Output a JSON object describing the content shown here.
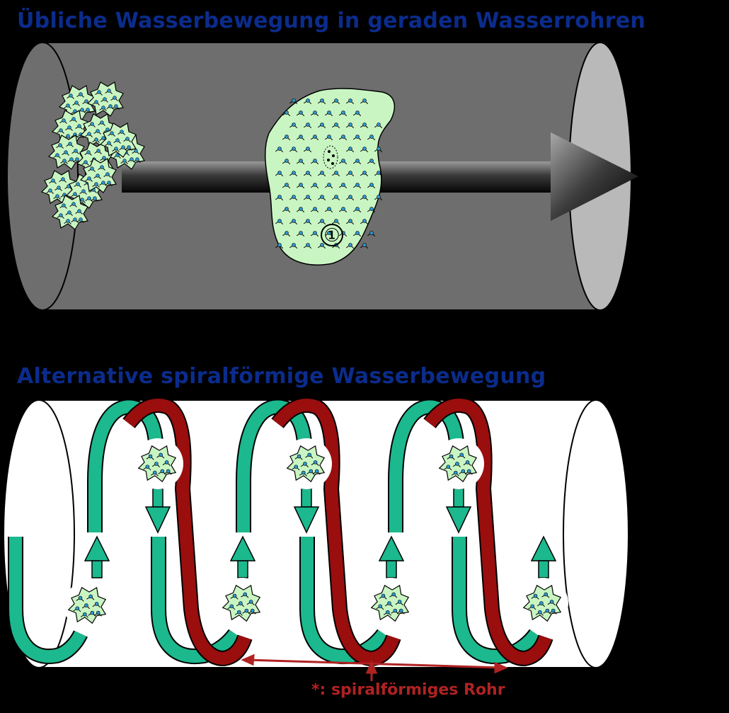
{
  "titles": {
    "top": "Übliche Wasserbewegung in geraden Wasserrohren",
    "bottom": "Alternative spiralförmige Wasserbewegung"
  },
  "cluster_marker": "①",
  "footnote": "*: spiralförmiges Rohr",
  "colors": {
    "background": "#000000",
    "title": "#0b2c8c",
    "straight_pipe": "#6e6e6e",
    "straight_pipe_end": "#b9b9b9",
    "spiral_pipe": "#ffffff",
    "water_flow": "#1cb88e",
    "spiral_tube": "#9a0e0e",
    "cluster_fill": "#c9f5c3",
    "molecule_node": "#2a9ad3",
    "footnote": "#b02222"
  },
  "icons": {
    "water_cluster": "water-cluster-icon",
    "flow_arrow": "flow-arrow-icon"
  }
}
